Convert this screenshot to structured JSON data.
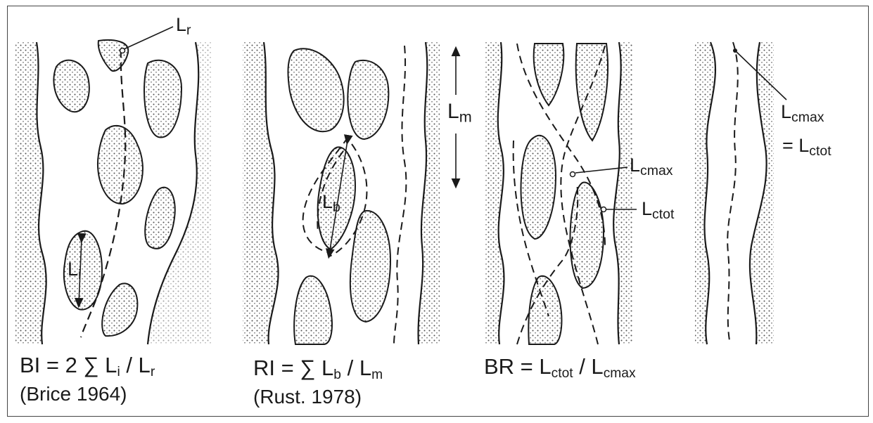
{
  "panels": [
    {
      "labels": {
        "lr": "L",
        "lr_sub": "r",
        "li": "L",
        "li_sub": "i"
      },
      "formula": {
        "lhs": "BI = 2 ∑ L",
        "s1": "i",
        "mid": " / L",
        "s2": "r"
      },
      "citation": "(Brice 1964)"
    },
    {
      "labels": {
        "lm": "L",
        "lm_sub": "m",
        "lb": "L",
        "lb_sub": "b"
      },
      "formula": {
        "lhs": "RI = ∑ L",
        "s1": "b",
        "mid": " / L",
        "s2": "m"
      },
      "citation": "(Rust. 1978)"
    },
    {
      "labels": {
        "lcmax": "L",
        "lcmax_sub": "cmax",
        "lctot": "L",
        "lctot_sub": "ctot"
      },
      "formula": {
        "lhs": "BR = L",
        "s1": "ctot",
        "mid": " / L",
        "s2": "cmax"
      }
    },
    {
      "labels": {
        "top": "L",
        "top_sub": "cmax",
        "eq": "= L",
        "eq_sub": "ctot"
      }
    }
  ],
  "colors": {
    "ink": "#1a1a1a",
    "stipple": "#555555",
    "paper": "#ffffff"
  }
}
